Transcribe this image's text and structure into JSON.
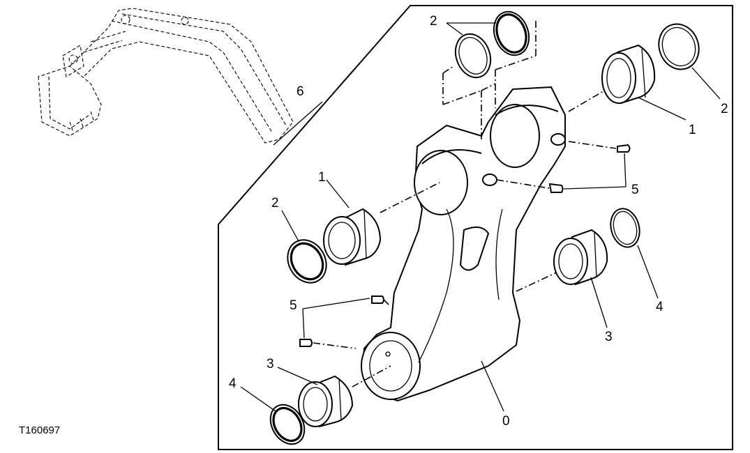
{
  "figure": {
    "id_label": "T160697",
    "callouts": {
      "c0": "0",
      "c1_top": "1",
      "c1_left": "1",
      "c2_top": "2",
      "c2_right": "2",
      "c2_left": "2",
      "c3_right": "3",
      "c3_bottom": "3",
      "c4_right": "4",
      "c4_bottom": "4",
      "c5_right": "5",
      "c5_left": "5",
      "c6": "6"
    }
  }
}
